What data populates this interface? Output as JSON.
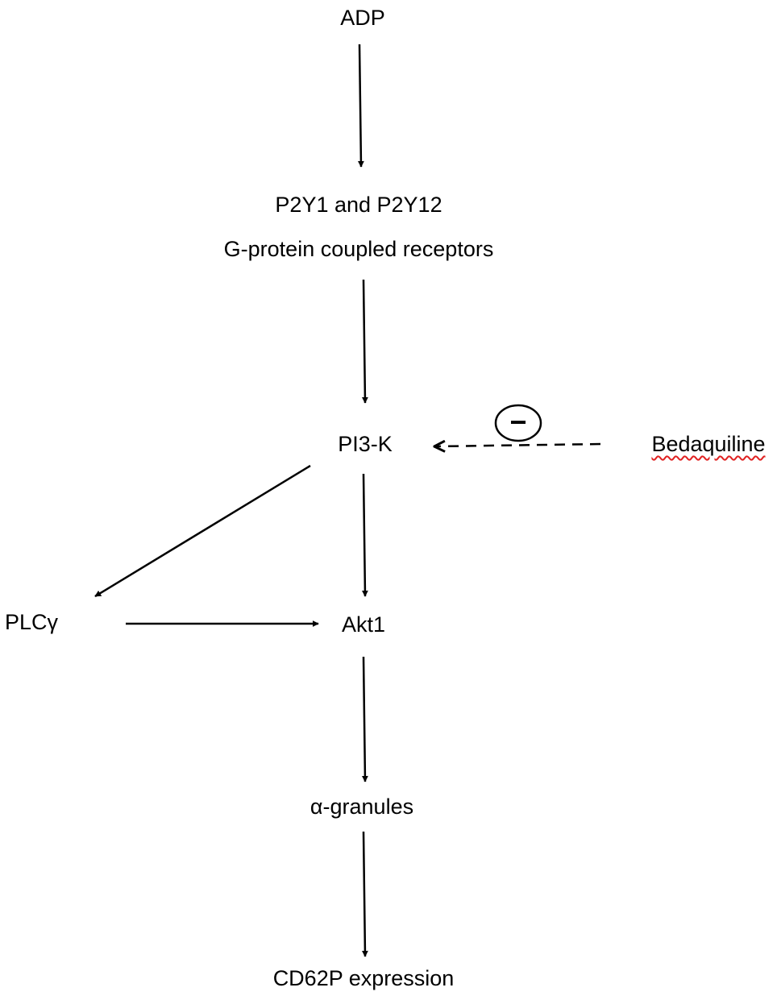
{
  "nodes": {
    "adp": "ADP",
    "receptor_line1": "P2Y1 and P2Y12",
    "receptor_line2": "G-protein coupled receptors",
    "pi3k": "PI3-K",
    "bedaquiline": "Bedaquiline",
    "plc": "PLCγ",
    "akt1": "Akt1",
    "granules": "α-granules",
    "cd62p": "CD62P expression"
  },
  "inhibition_symbol": "−",
  "edges": [
    {
      "from": "ADP",
      "to": "P2Y1 and P2Y12 G-protein coupled receptors",
      "style": "solid"
    },
    {
      "from": "P2Y1 and P2Y12 G-protein coupled receptors",
      "to": "PI3-K",
      "style": "solid"
    },
    {
      "from": "Bedaquiline",
      "to": "PI3-K",
      "style": "dashed",
      "effect": "inhibition"
    },
    {
      "from": "PI3-K",
      "to": "PLCγ",
      "style": "solid"
    },
    {
      "from": "PI3-K",
      "to": "Akt1",
      "style": "solid"
    },
    {
      "from": "PLCγ",
      "to": "Akt1",
      "style": "solid"
    },
    {
      "from": "Akt1",
      "to": "α-granules",
      "style": "solid"
    },
    {
      "from": "α-granules",
      "to": "CD62P expression",
      "style": "solid"
    }
  ],
  "colors": {
    "ink": "#000000",
    "spellcheck_underline": "#e02020"
  }
}
